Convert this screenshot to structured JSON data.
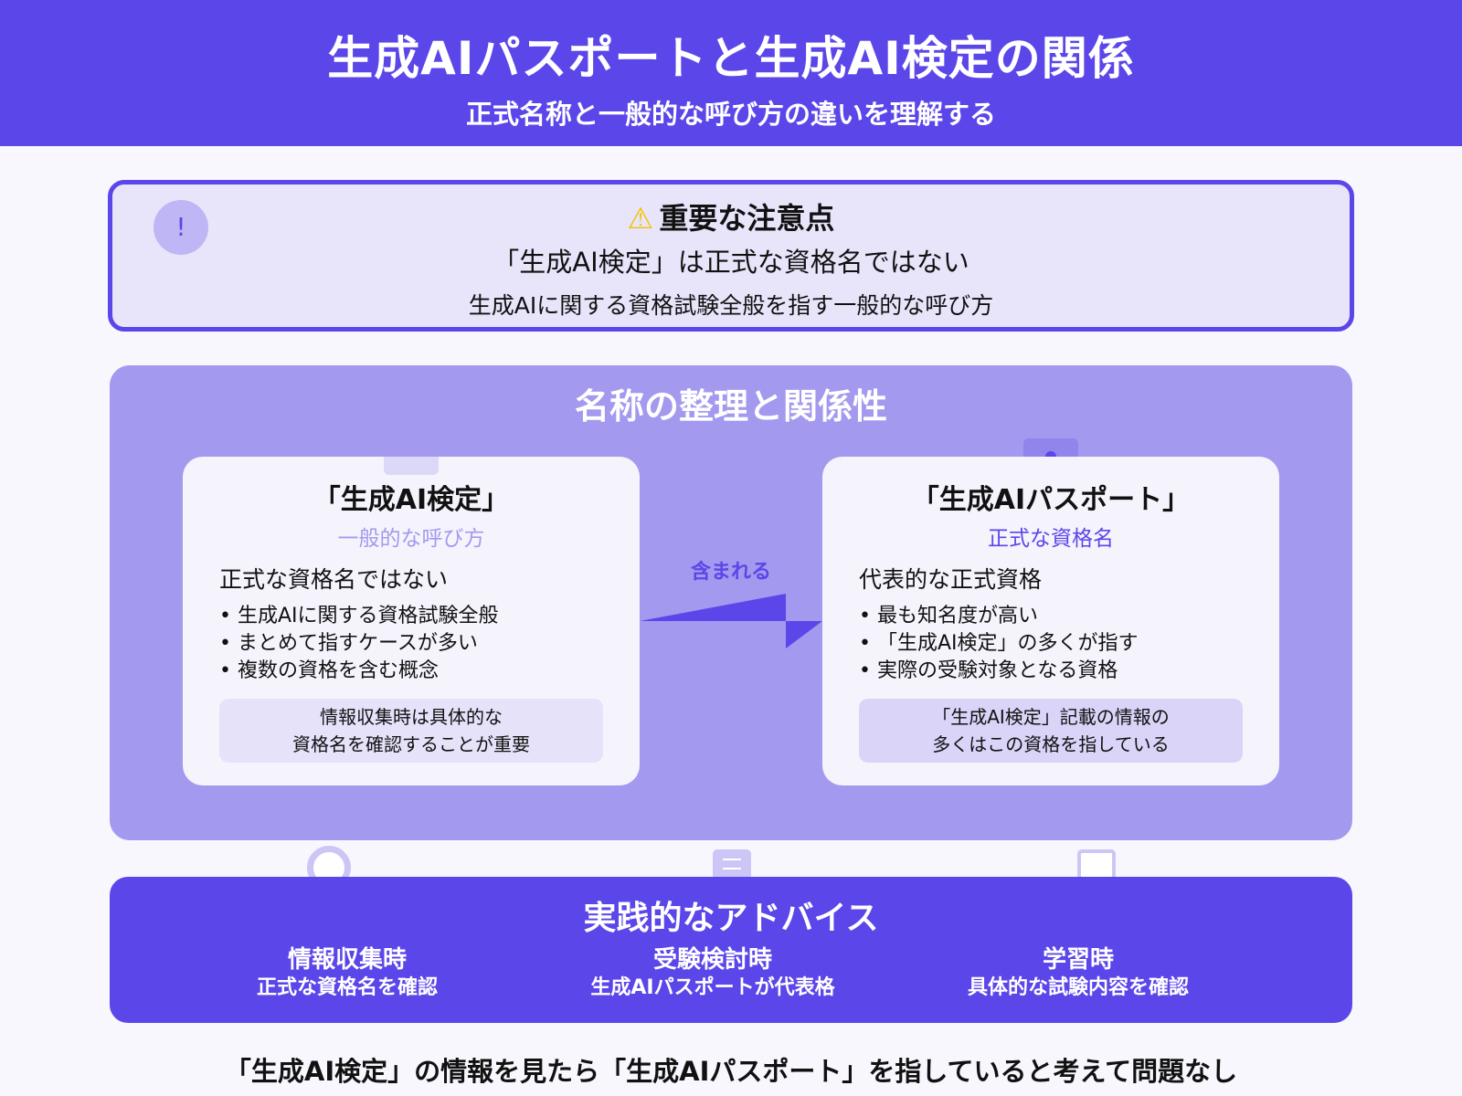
{
  "header": {
    "title": "生成AIパスポートと生成AI検定の関係",
    "subtitle": "正式名称と一般的な呼び方の違いを理解する"
  },
  "notice": {
    "icon": "exclamation-icon",
    "warning_glyph": "⚠",
    "bang": "!",
    "heading": "重要な注意点",
    "line1": "「生成AI検定」は正式な資格名ではない",
    "line2": "生成AIに関する資格試験全般を指す一般的な呼び方"
  },
  "relation": {
    "title": "名称の整理と関係性",
    "arrow_label": "含まれる",
    "left_card": {
      "name": "「生成AI検定」",
      "kind": "一般的な呼び方",
      "lead": "正式な資格名ではない",
      "bullets": [
        "生成AIに関する資格試験全般",
        "まとめて指すケースが多い",
        "複数の資格を含む概念"
      ],
      "note_line1": "情報収集時は具体的な",
      "note_line2": "資格名を確認することが重要"
    },
    "right_card": {
      "name": "「生成AIパスポート」",
      "kind": "正式な資格名",
      "lead": "代表的な正式資格",
      "bullets": [
        "最も知名度が高い",
        "「生成AI検定」の多くが指す",
        "実際の受験対象となる資格"
      ],
      "note_line1": "「生成AI検定」記載の情報の",
      "note_line2": "多くはこの資格を指している"
    }
  },
  "advice": {
    "title": "実践的なアドバイス",
    "items": [
      {
        "heading": "情報収集時",
        "detail": "正式な資格名を確認"
      },
      {
        "heading": "受験検討時",
        "detail": "生成AIパスポートが代表格"
      },
      {
        "heading": "学習時",
        "detail": "具体的な試験内容を確認"
      }
    ]
  },
  "footer": {
    "text": "「生成AI検定」の情報を見たら「生成AIパスポート」を指していると考えて問題なし"
  },
  "colors": {
    "primary": "#5b46e9",
    "secondary": "#a399ef",
    "notice_bg": "#e8e5fb",
    "card_bg": "#f5f4fd",
    "page_bg": "#f8f7fe"
  }
}
